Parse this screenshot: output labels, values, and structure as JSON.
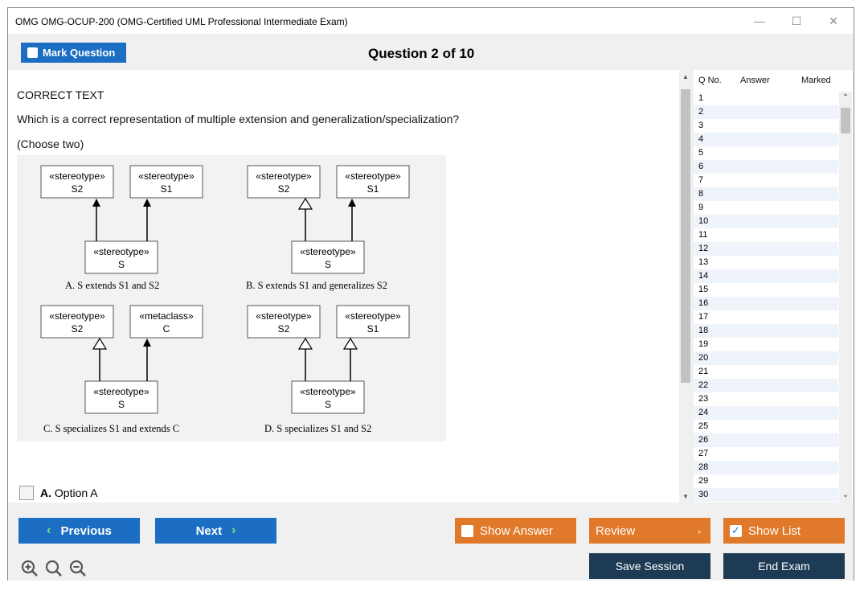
{
  "window": {
    "title": "OMG OMG-OCUP-200 (OMG-Certified UML Professional Intermediate Exam)",
    "minimize_icon": "minimize-icon",
    "maximize_icon": "maximize-icon",
    "close_icon": "close-icon"
  },
  "header": {
    "mark_label": "Mark Question",
    "question_counter": "Question 2 of 10"
  },
  "question": {
    "type_label": "CORRECT TEXT",
    "text": "Which is a correct representation of multiple extension and generalization/specialization?",
    "instruction": "(Choose two)"
  },
  "diagram": {
    "boxes": {
      "a_s2": [
        "«stereotype»",
        "S2"
      ],
      "a_s1": [
        "«stereotype»",
        "S1"
      ],
      "a_s": [
        "«stereotype»",
        "S"
      ],
      "b_s2": [
        "«stereotype»",
        "S2"
      ],
      "b_s1": [
        "«stereotype»",
        "S1"
      ],
      "b_s": [
        "«stereotype»",
        "S"
      ],
      "c_s2": [
        "«stereotype»",
        "S2"
      ],
      "c_c": [
        "«metaclass»",
        "C"
      ],
      "c_s": [
        "«stereotype»",
        "S"
      ],
      "d_s2": [
        "«stereotype»",
        "S2"
      ],
      "d_s1": [
        "«stereotype»",
        "S1"
      ],
      "d_s": [
        "«stereotype»",
        "S"
      ]
    },
    "captions": {
      "a": "A.  S extends S1 and S2",
      "b": "B.  S extends S1 and generalizes S2",
      "c": "C.  S specializes S1 and extends C",
      "d": "D.  S specializes S1 and S2"
    }
  },
  "options": [
    {
      "letter": "A.",
      "text": "Option A"
    }
  ],
  "qlist": {
    "headers": {
      "no": "Q No.",
      "answer": "Answer",
      "marked": "Marked"
    },
    "rows": [
      "1",
      "2",
      "3",
      "4",
      "5",
      "6",
      "7",
      "8",
      "9",
      "10",
      "11",
      "12",
      "13",
      "14",
      "15",
      "16",
      "17",
      "18",
      "19",
      "20",
      "21",
      "22",
      "23",
      "24",
      "25",
      "26",
      "27",
      "28",
      "29",
      "30"
    ]
  },
  "footer": {
    "previous": "Previous",
    "next": "Next",
    "show_answer": "Show Answer",
    "review": "Review",
    "show_list": "Show List",
    "save_session": "Save Session",
    "end_exam": "End Exam"
  },
  "colors": {
    "primary_blue": "#1b6ec2",
    "orange": "#e07a2a",
    "dark_navy": "#1e3b55"
  }
}
